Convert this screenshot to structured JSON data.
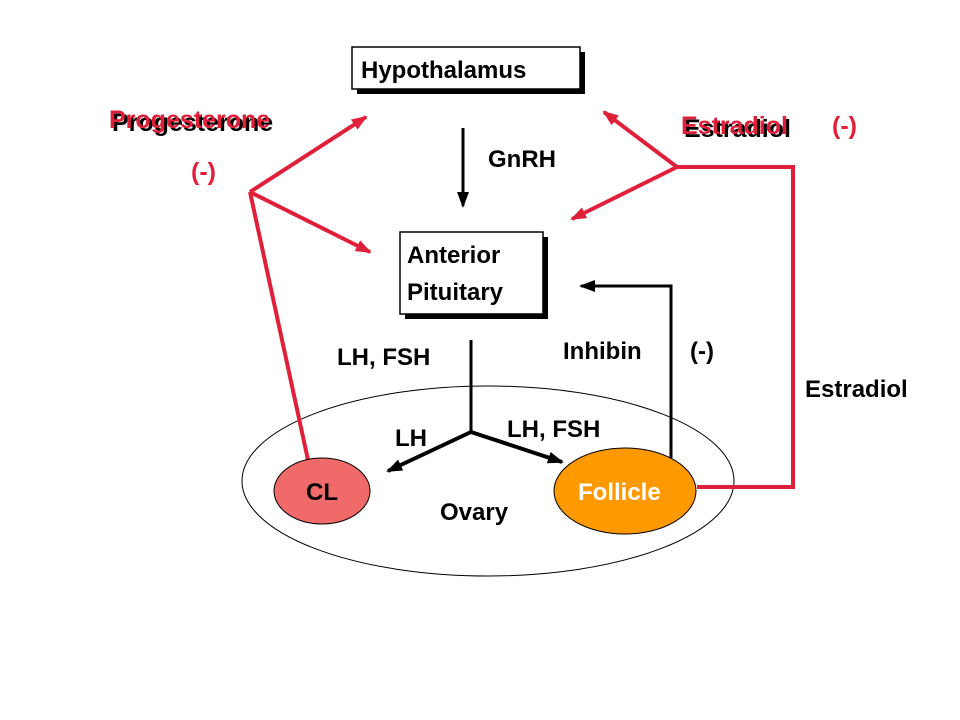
{
  "nodes": {
    "hypothalamus": "Hypothalamus",
    "anterior_pituitary_line1": "Anterior",
    "anterior_pituitary_line2": "Pituitary",
    "corpus_luteum": "CL",
    "follicle": "Follicle",
    "ovary": "Ovary"
  },
  "labels": {
    "gnrh": "GnRH",
    "progesterone": "Progesterone",
    "progesterone_effect": "(-)",
    "estradiol_top": "Estradiol",
    "estradiol_top_effect": "(-)",
    "estradiol_side": "Estradiol",
    "inhibin": "Inhibin",
    "inhibin_effect": "(-)",
    "lh_fsh_upper": "LH, FSH",
    "lh_fsh_lower": "LH, FSH",
    "lh": "LH"
  },
  "colors": {
    "feedback": "#e0203a",
    "black": "#000000",
    "corpus_luteum_fill": "#f06a6a",
    "follicle_fill": "#ff9900"
  }
}
